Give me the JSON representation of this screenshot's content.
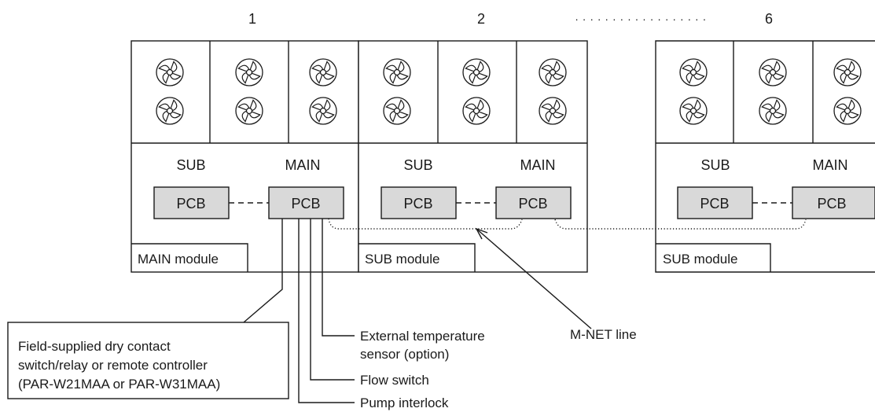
{
  "unit_numbers": [
    "1",
    "2",
    "6"
  ],
  "ellipsis": "· · · · · · · · · · · · · · · · · ·",
  "modules": [
    {
      "sub_label": "SUB",
      "main_label": "MAIN",
      "pcb_sub_label": "PCB",
      "pcb_main_label": "PCB",
      "module_label": "MAIN module"
    },
    {
      "sub_label": "SUB",
      "main_label": "MAIN",
      "pcb_sub_label": "PCB",
      "pcb_main_label": "PCB",
      "module_label": "SUB module"
    },
    {
      "sub_label": "SUB",
      "main_label": "MAIN",
      "pcb_sub_label": "PCB",
      "pcb_main_label": "PCB",
      "module_label": "SUB module"
    }
  ],
  "callouts": {
    "field_supplied": [
      "Field-supplied dry contact",
      "switch/relay or remote controller",
      "(PAR-W21MAA or PAR-W31MAA)"
    ],
    "ext_temp": [
      "External temperature",
      "sensor (option)"
    ],
    "flow_switch": "Flow switch",
    "pump_interlock": "Pump interlock",
    "mnet_line": "M-NET line"
  }
}
